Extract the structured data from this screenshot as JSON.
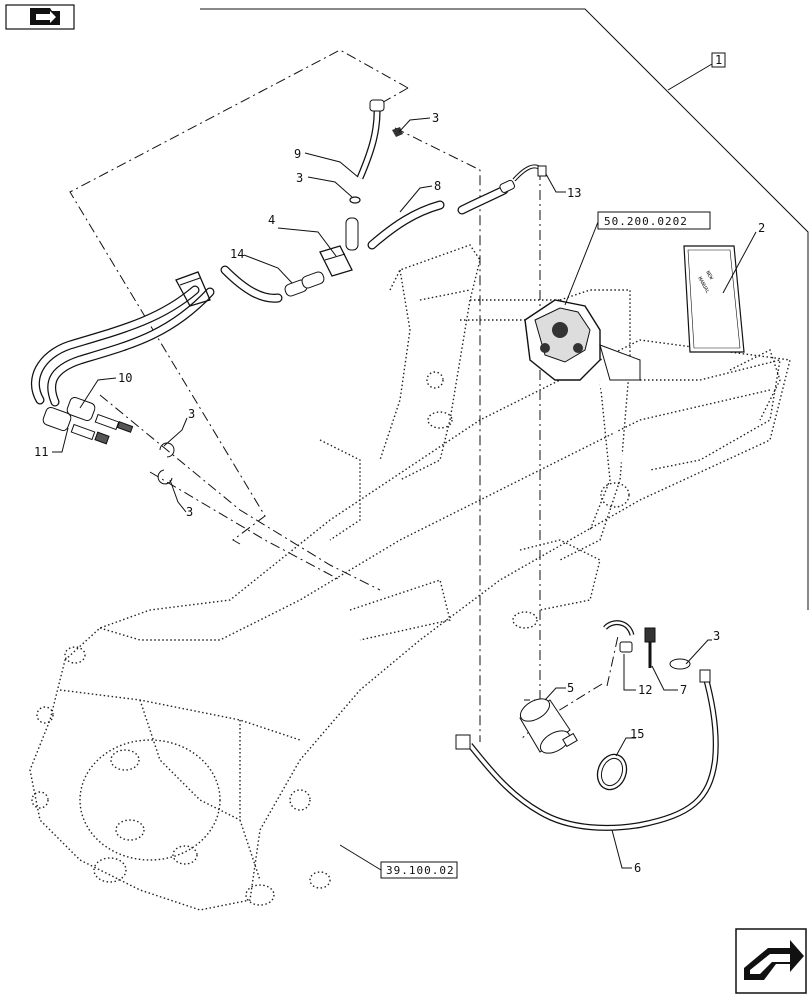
{
  "nav": {
    "prev_icon": "folder-back-arrow-icon",
    "next_icon": "next-page-arrow-icon"
  },
  "refs": {
    "assembly": "1",
    "steering_unit": "50.200.0202",
    "frame": "39.100.02"
  },
  "callouts": {
    "manual": "2",
    "clip_top": "3",
    "clip_mid": "3",
    "clip_left_upper": "3",
    "clip_left_lower": "3",
    "clip_right": "3",
    "clamp": "4",
    "filter": "5",
    "hose_long": "6",
    "fitting_elbow": "7",
    "hose_upper": "8",
    "pipe_upper": "9",
    "coupler_a": "10",
    "coupler_b": "11",
    "fitting_straight": "12",
    "union": "13",
    "sleeve": "14",
    "clamp_band": "15"
  },
  "manual_cover_lines": [
    "NEW",
    "MANUAL"
  ]
}
